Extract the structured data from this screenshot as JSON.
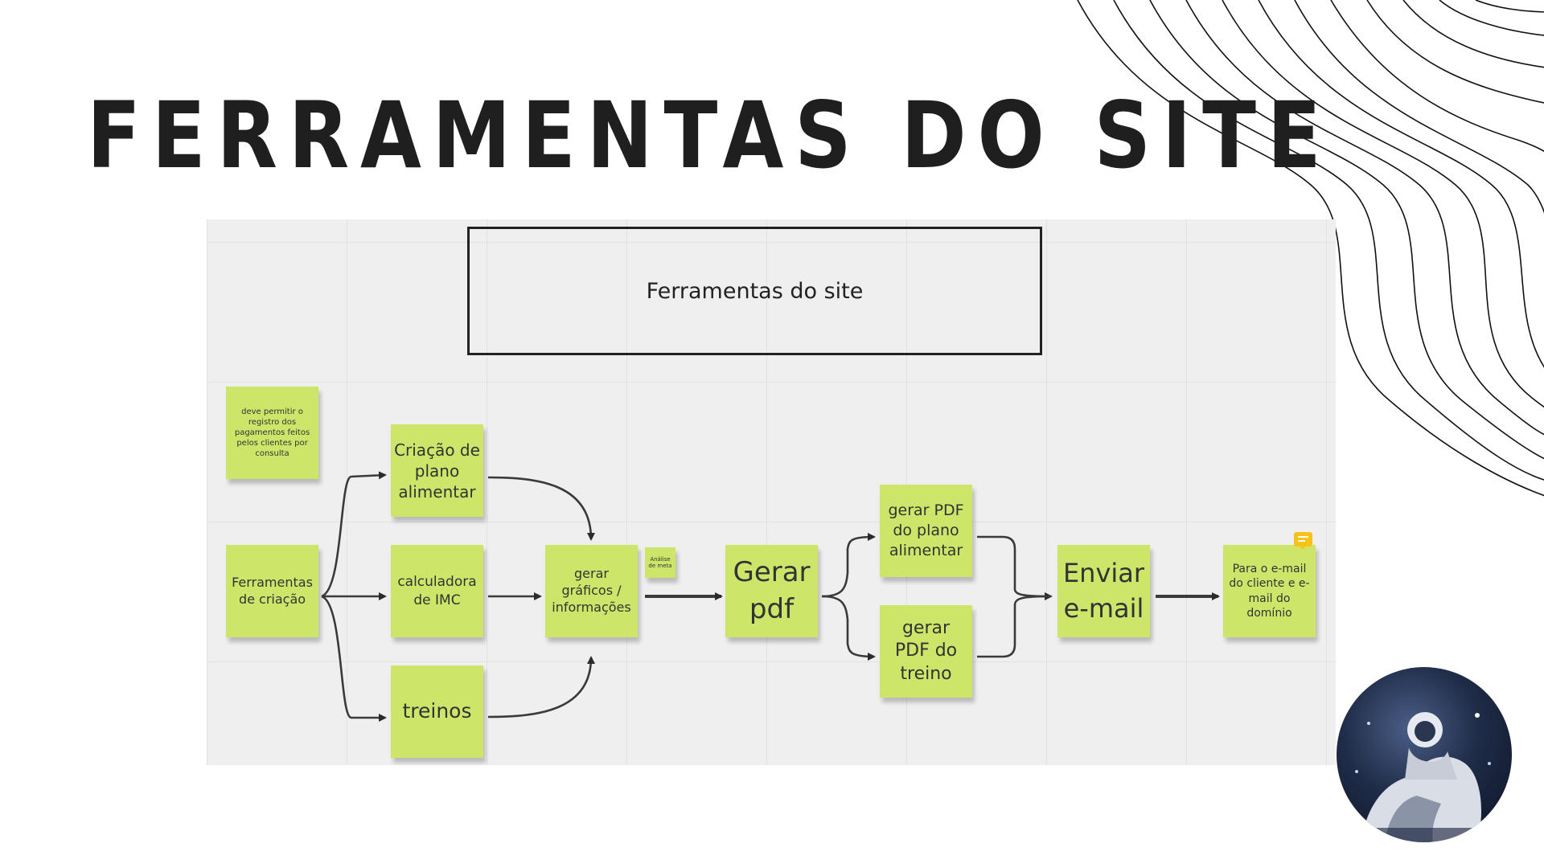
{
  "slide": {
    "title": "FERRAMENTAS DO SITE",
    "colors": {
      "title": "#1f1f1f",
      "sticky_note": "#cde66a",
      "board": "#efefef",
      "comment_badge": "#f7c21a"
    }
  },
  "board": {
    "title": "Ferramentas do site",
    "notes": {
      "registro": "deve permitir o registro dos pagamentos feitos pelos clientes por consulta",
      "ferramentas": "Ferramentas de criação",
      "plano": "Criação de plano alimentar",
      "imc": "calculadora de IMC",
      "treinos": "treinos",
      "graficos": "gerar gráficos / informações",
      "meta": "Análise de meta",
      "pdf": "Gerar pdf",
      "pdf_plano": "gerar PDF do plano alimentar",
      "pdf_treino": "gerar PDF do treino",
      "email": "Enviar e-mail",
      "destino": "Para o e-mail do cliente e e-mail do domínio"
    }
  },
  "icons": {
    "comment": "comment-icon",
    "avatar": "astronaut-avatar"
  }
}
